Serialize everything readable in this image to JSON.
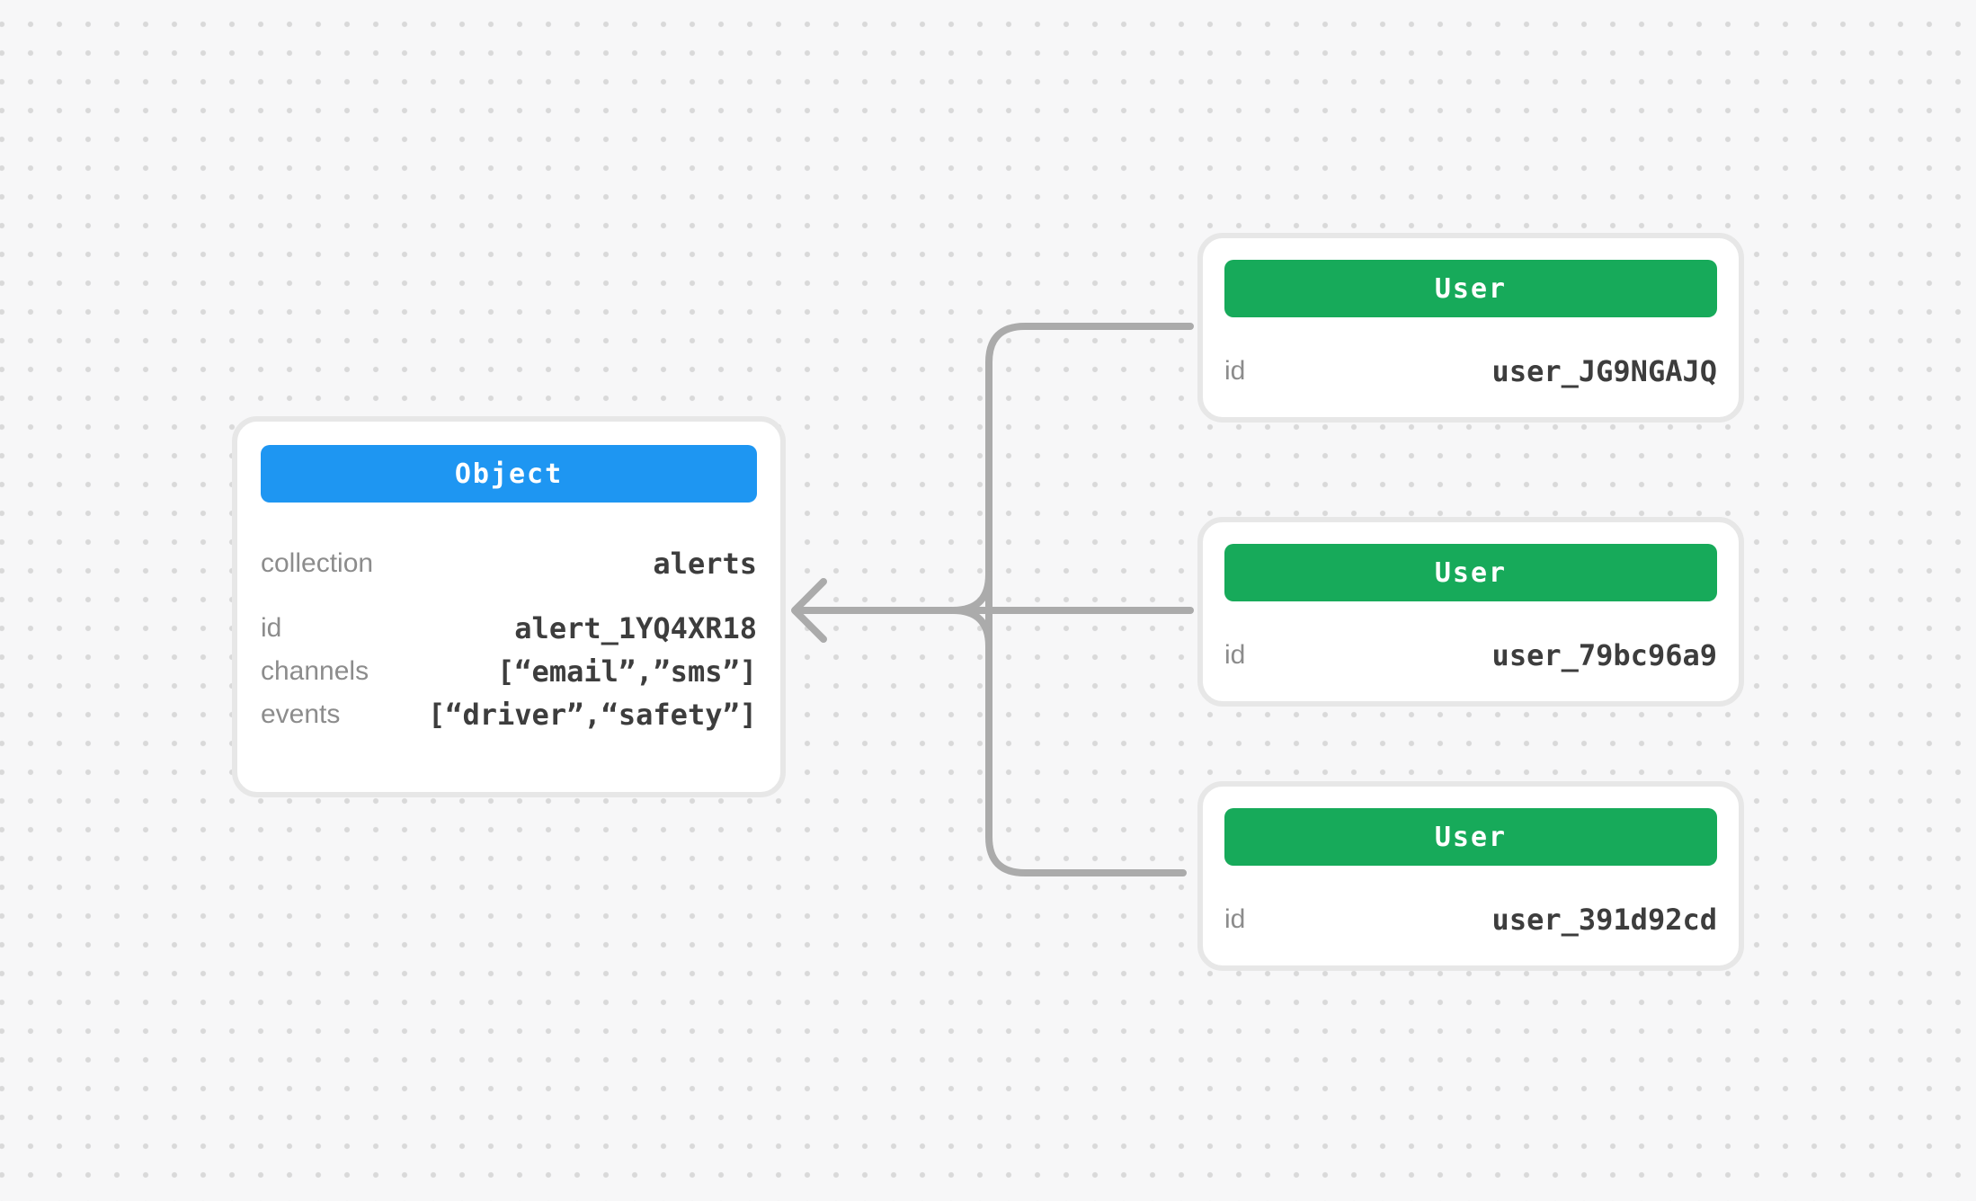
{
  "diagram": {
    "object_card": {
      "title": "Object",
      "fields": [
        {
          "label": "collection",
          "value": "alerts"
        },
        {
          "label": "id",
          "value": "alert_1YQ4XR18"
        },
        {
          "label": "channels",
          "value": "[“email”,”sms”]"
        },
        {
          "label": "events",
          "value": "[“driver”,“safety”]"
        }
      ]
    },
    "user_cards": [
      {
        "title": "User",
        "fields": [
          {
            "label": "id",
            "value": "user_JG9NGAJQ"
          }
        ]
      },
      {
        "title": "User",
        "fields": [
          {
            "label": "id",
            "value": "user_79bc96a9"
          }
        ]
      },
      {
        "title": "User",
        "fields": [
          {
            "label": "id",
            "value": "user_391d92cd"
          }
        ]
      }
    ]
  },
  "colors": {
    "background": "#f7f7f8",
    "dot": "#d9d9d9",
    "card_bg": "#ffffff",
    "card_border": "#e7e7e7",
    "object_header": "#1e96f2",
    "user_header": "#17aa5a",
    "connector": "#ababab",
    "label_text": "#8c8c8c",
    "value_text": "#3d3d3d",
    "header_text": "#ffffff"
  }
}
